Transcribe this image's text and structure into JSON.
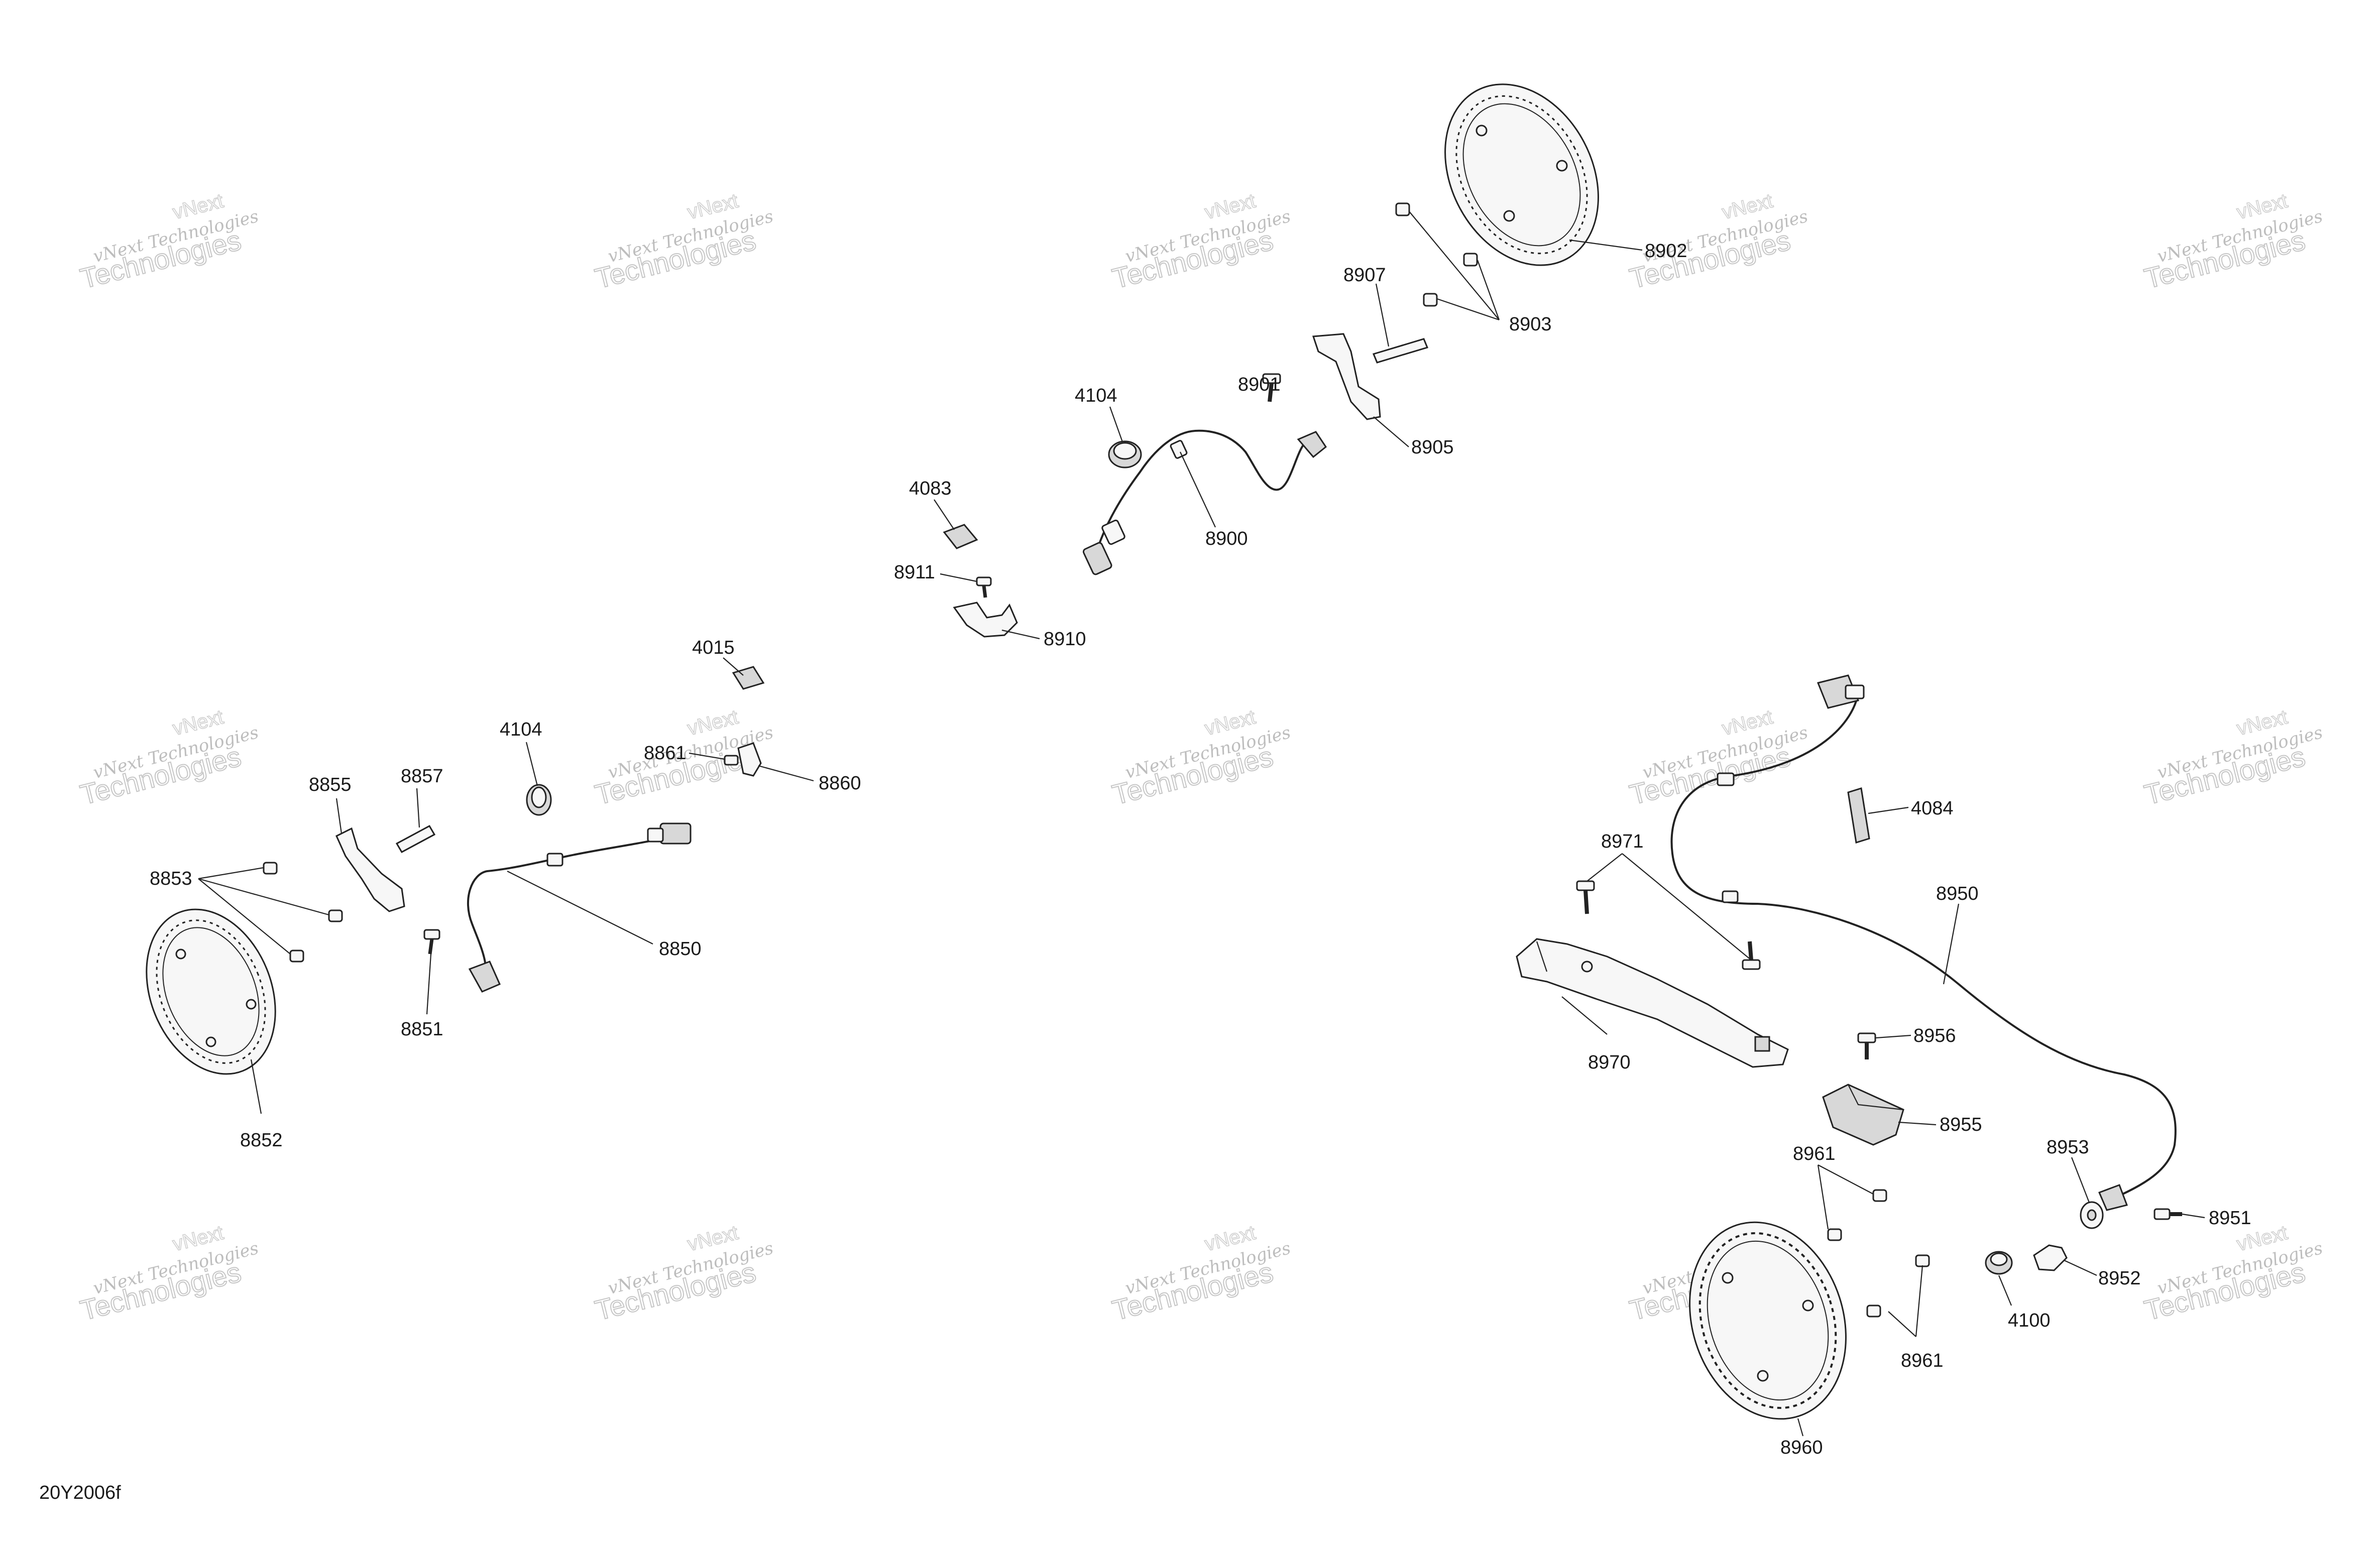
{
  "diagram": {
    "reference_code": "20Y2006f",
    "watermark": {
      "line1": "vNext Technologies",
      "line2": "Technologies",
      "mini": "vNext"
    },
    "labels": [
      {
        "id": "8902",
        "text": "8902"
      },
      {
        "id": "8907",
        "text": "8907"
      },
      {
        "id": "8903",
        "text": "8903"
      },
      {
        "id": "8901",
        "text": "8901"
      },
      {
        "id": "8905",
        "text": "8905"
      },
      {
        "id": "4104-top",
        "text": "4104"
      },
      {
        "id": "8900",
        "text": "8900"
      },
      {
        "id": "4083",
        "text": "4083"
      },
      {
        "id": "8911",
        "text": "8911"
      },
      {
        "id": "8910",
        "text": "8910"
      },
      {
        "id": "4015",
        "text": "4015"
      },
      {
        "id": "4104-mid",
        "text": "4104"
      },
      {
        "id": "8861",
        "text": "8861"
      },
      {
        "id": "8860",
        "text": "8860"
      },
      {
        "id": "8855",
        "text": "8855"
      },
      {
        "id": "8857",
        "text": "8857"
      },
      {
        "id": "8853",
        "text": "8853"
      },
      {
        "id": "8850",
        "text": "8850"
      },
      {
        "id": "8851",
        "text": "8851"
      },
      {
        "id": "8852",
        "text": "8852"
      },
      {
        "id": "4084",
        "text": "4084"
      },
      {
        "id": "8971",
        "text": "8971"
      },
      {
        "id": "8950",
        "text": "8950"
      },
      {
        "id": "8970",
        "text": "8970"
      },
      {
        "id": "8956",
        "text": "8956"
      },
      {
        "id": "8955",
        "text": "8955"
      },
      {
        "id": "8953",
        "text": "8953"
      },
      {
        "id": "8961-top",
        "text": "8961"
      },
      {
        "id": "8951",
        "text": "8951"
      },
      {
        "id": "8952",
        "text": "8952"
      },
      {
        "id": "4100",
        "text": "4100"
      },
      {
        "id": "8961-bottom",
        "text": "8961"
      },
      {
        "id": "8960",
        "text": "8960"
      }
    ]
  }
}
